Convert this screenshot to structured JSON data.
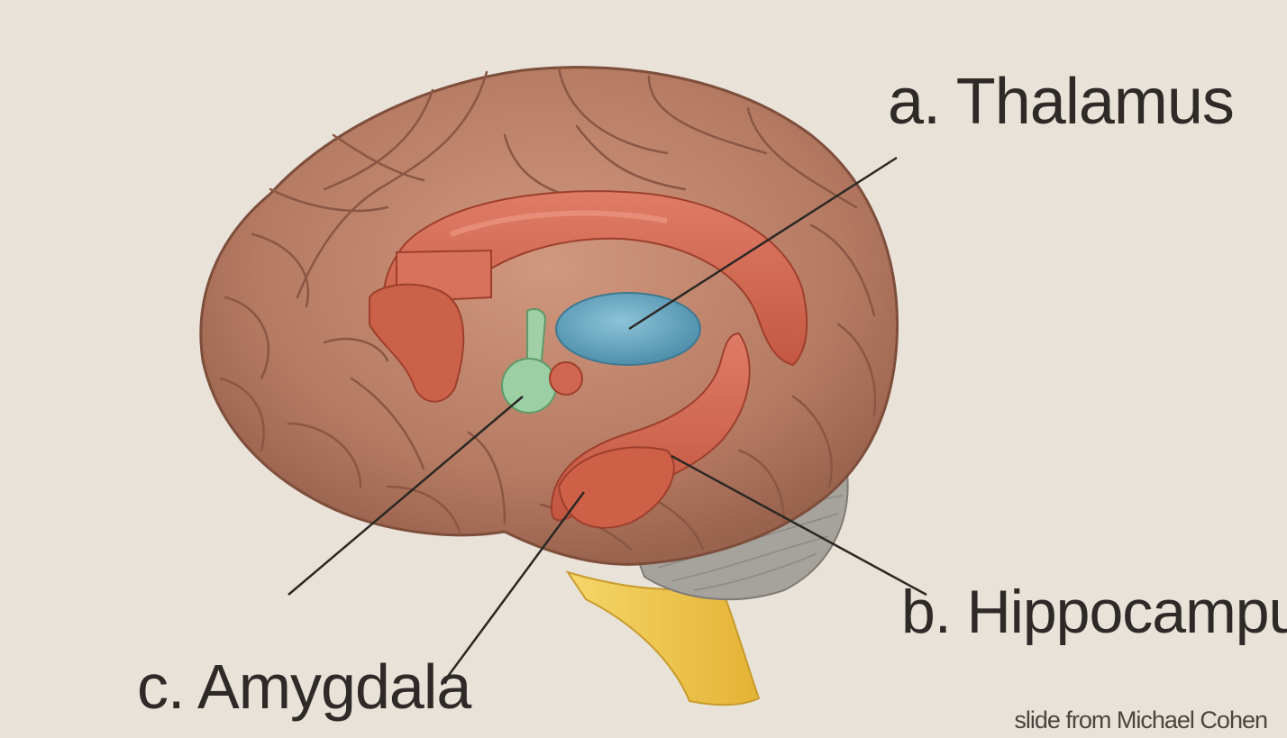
{
  "labels": {
    "thalamus": "a. Thalamus",
    "hippocampus": "b. Hippocampus",
    "amygdala": "c. Amygdala"
  },
  "credit": "slide from Michael Cohen",
  "colors": {
    "background": "#e9e2d8",
    "cortex": "#b9806a",
    "limbic": "#d06650",
    "thalamus": "#6aa9c2",
    "amygdala": "#9ccfa4",
    "cerebellum": "#a3a09b",
    "brainstem": "#efc64a"
  }
}
